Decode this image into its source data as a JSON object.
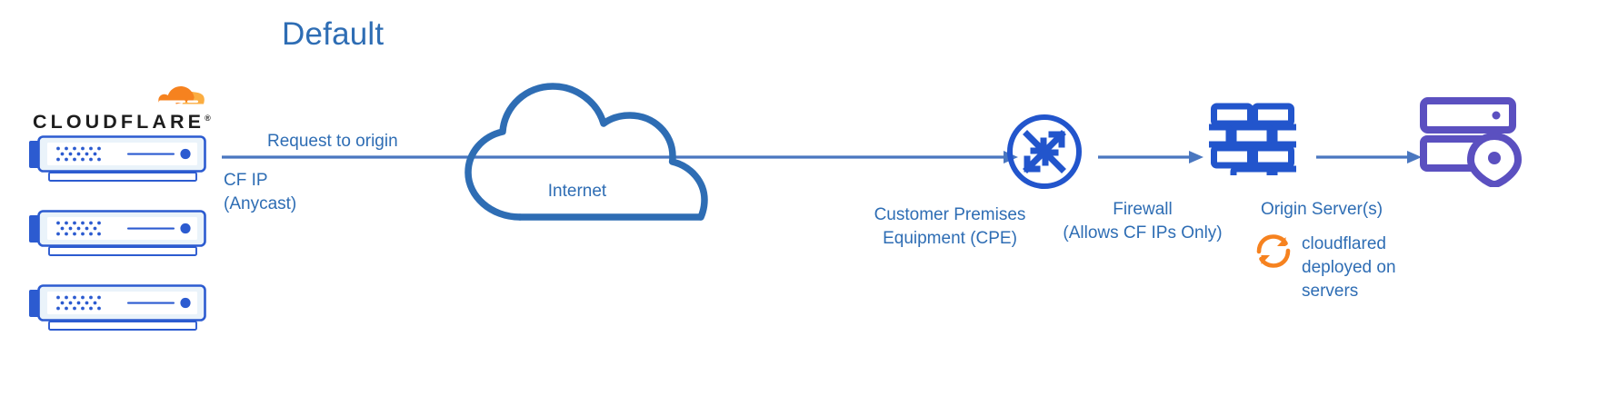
{
  "title": "Default",
  "colors": {
    "title_blue": "#2E6DB4",
    "arrow_blue": "#4A77C0",
    "node_blue": "#2255CC",
    "cloud_blue": "#2E6DB4",
    "server_blue": "#2C5BD0",
    "origin_purple": "#5B50C0",
    "cf_orange": "#F6821F",
    "cf_orange_light": "#FBAD41"
  },
  "brand": {
    "wordmark": "CLOUDFLARE",
    "trademark": "®",
    "logo_icon": "cloudflare-cloud-logo"
  },
  "flow": {
    "request_label": "Request to origin",
    "cf_ip_line1": "CF IP",
    "cf_ip_line2": "(Anycast)"
  },
  "nodes": [
    {
      "id": "cloudflare-edge",
      "icon": "server-stack-icon",
      "count": 3
    },
    {
      "id": "internet",
      "icon": "cloud-icon",
      "label": "Internet"
    },
    {
      "id": "cpe",
      "icon": "router-circle-arrows-icon",
      "caption_line1": "Customer Premises",
      "caption_line2": "Equipment (CPE)"
    },
    {
      "id": "firewall",
      "icon": "brick-wall-icon",
      "caption_line1": "Firewall",
      "caption_line2": "(Allows CF IPs Only)"
    },
    {
      "id": "origin",
      "icon": "server-location-pin-icon",
      "caption_line1": "Origin Server(s)"
    }
  ],
  "cloudflared": {
    "icon": "circular-arrows-refresh-icon",
    "line1": "cloudflared",
    "line2": "deployed on",
    "line3": "servers"
  }
}
